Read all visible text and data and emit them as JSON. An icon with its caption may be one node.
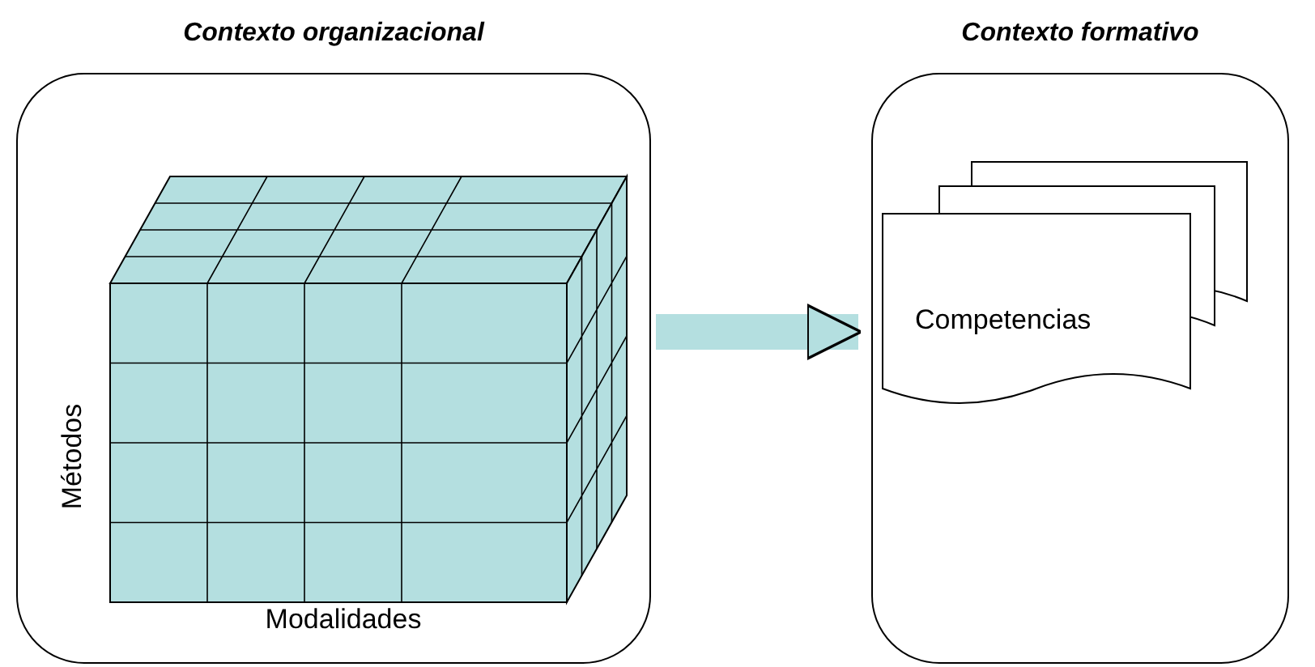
{
  "diagram": {
    "nodes": [
      {
        "text": [
          "Contexto organizacional"
        ]
      },
      {
        "text": [
          "Contexto formativo"
        ]
      },
      {
        "text": [
          "Competencias"
        ],
        "in": 1
      }
    ],
    "edges": [
      {
        "from": 0,
        "to": 1,
        "arrow": "to"
      }
    ],
    "labels": [
      "Métodos",
      "Modalidades"
    ]
  }
}
